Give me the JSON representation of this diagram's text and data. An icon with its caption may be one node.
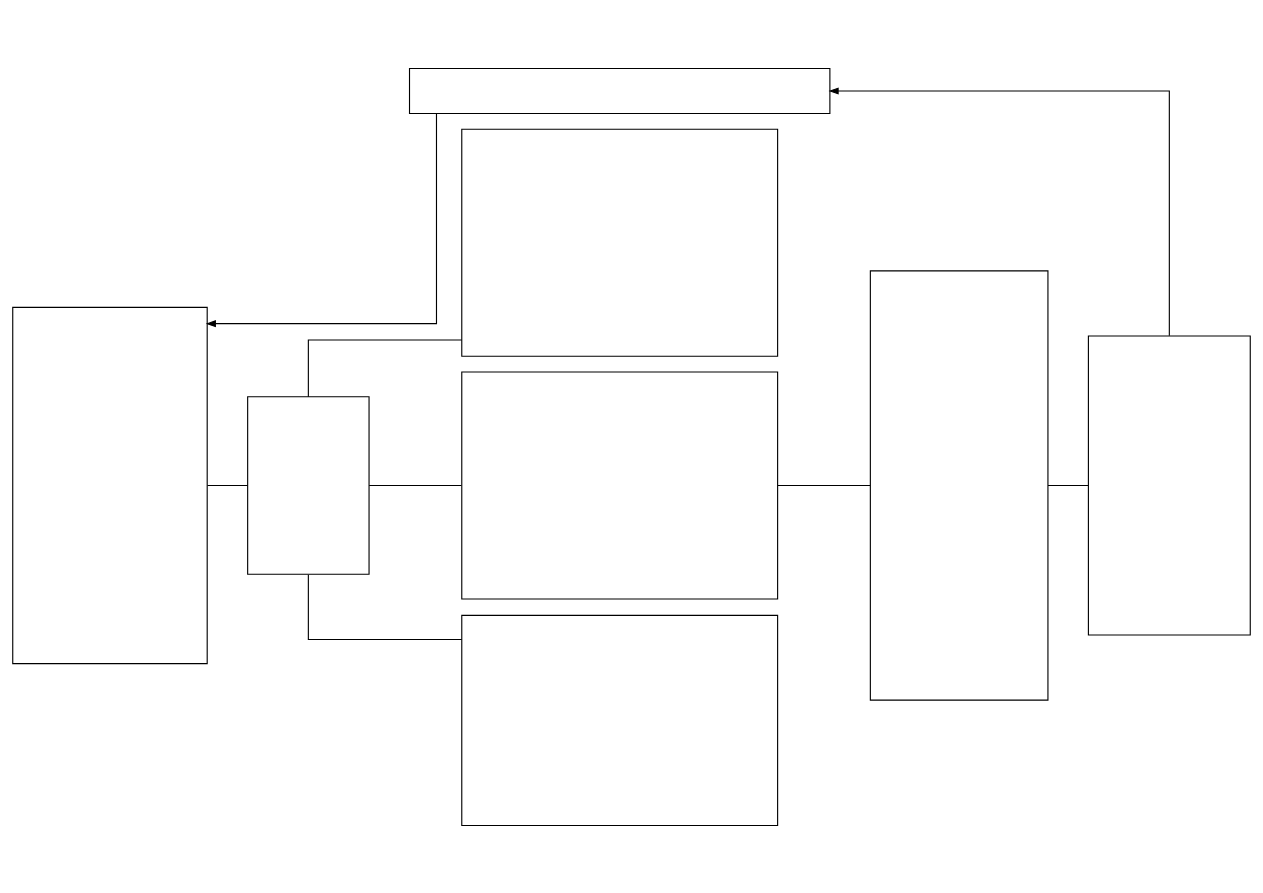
{
  "diagram": {
    "nodes": [
      {
        "text": [],
        "shape": "box"
      },
      {
        "text": [],
        "shape": "box"
      },
      {
        "text": [],
        "shape": "box"
      },
      {
        "text": [],
        "shape": "box"
      },
      {
        "text": [],
        "shape": "box"
      },
      {
        "text": [],
        "shape": "box"
      },
      {
        "text": [],
        "shape": "box"
      },
      {
        "text": [],
        "shape": "box"
      }
    ],
    "edges": [
      {
        "from": 0,
        "to": 1,
        "arrow": "to"
      },
      {
        "from": 7,
        "to": 0,
        "arrow": "to"
      },
      {
        "from": 1,
        "to": 2,
        "arrow": "none"
      },
      {
        "from": 2,
        "to": 3,
        "arrow": "none"
      },
      {
        "from": 2,
        "to": 4,
        "arrow": "none"
      },
      {
        "from": 2,
        "to": 5,
        "arrow": "none"
      },
      {
        "from": 4,
        "to": 6,
        "arrow": "none"
      },
      {
        "from": 6,
        "to": 7,
        "arrow": "none"
      }
    ]
  }
}
